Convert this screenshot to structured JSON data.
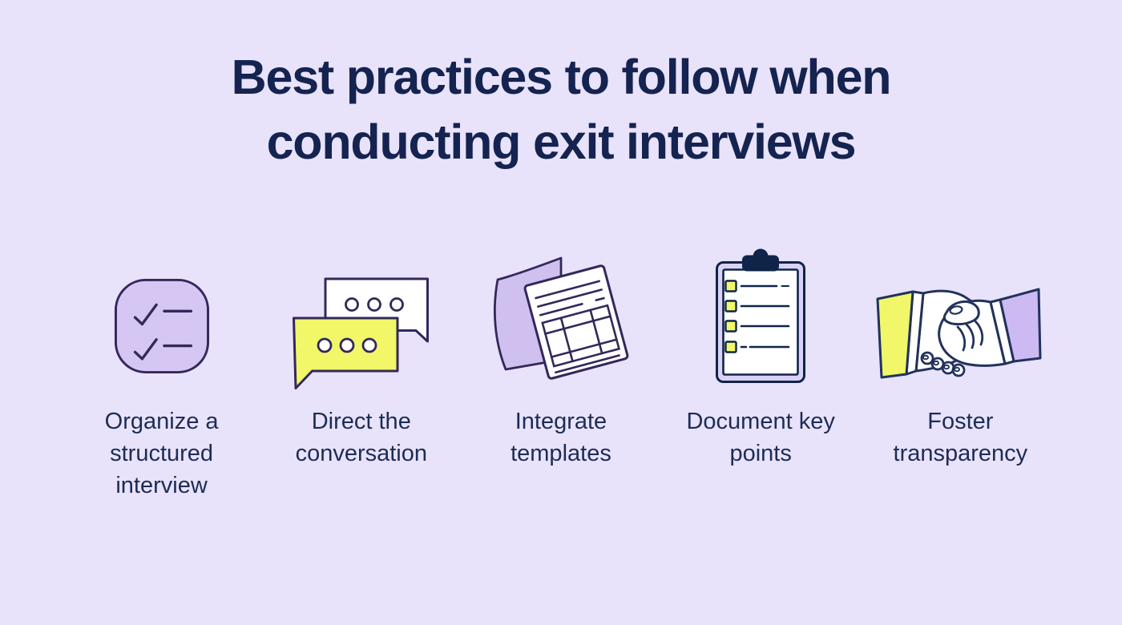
{
  "title": "Best practices to follow when\nconducting exit interviews",
  "items": [
    {
      "icon": "checklist-icon",
      "label": "Organize a\nstructured\ninterview"
    },
    {
      "icon": "chat-bubbles-icon",
      "label": "Direct the\nconversation"
    },
    {
      "icon": "templates-icon",
      "label": "Integrate\ntemplates"
    },
    {
      "icon": "clipboard-icon",
      "label": "Document key\npoints"
    },
    {
      "icon": "handshake-icon",
      "label": "Foster\ntransparency"
    }
  ],
  "theme": {
    "bg": "#e8e3fa",
    "title": "#152350",
    "label": "#1d2c55",
    "ink_purple": "#32285a",
    "ink_navy": "#0f2448",
    "ink_hand": "#22325c",
    "purple_fill": "#d5c6f3",
    "purple_sheet": "#cfc0f0",
    "lavender_frame": "#dbd1f6",
    "purple_sleeve": "#cdbaf3",
    "yellow": "#f1f768"
  }
}
